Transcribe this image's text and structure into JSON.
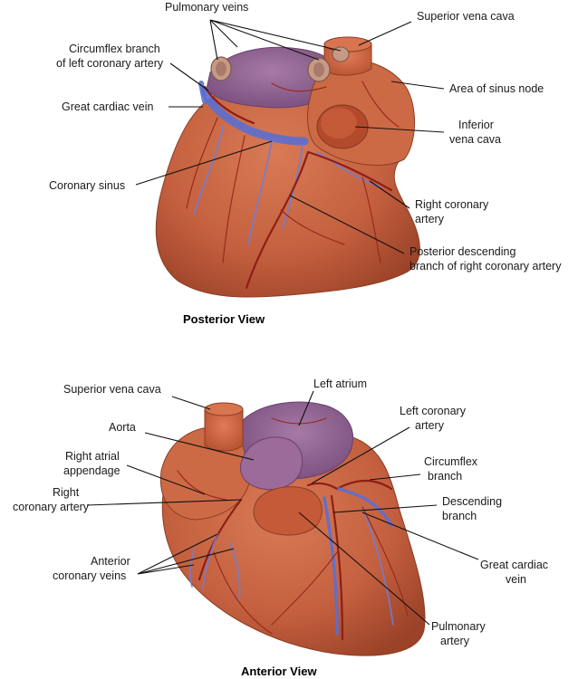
{
  "posterior": {
    "caption": "Posterior View",
    "labels": {
      "pulmonary_veins": "Pulmonary veins",
      "superior_vena_cava": "Superior vena cava",
      "circumflex_1": "Circumflex branch",
      "circumflex_2": "of left coronary artery",
      "area_sinus_node": "Area of sinus node",
      "great_cardiac_vein": "Great cardiac vein",
      "inferior_vc_1": "Inferior",
      "inferior_vc_2": "vena cava",
      "coronary_sinus": "Coronary sinus",
      "right_coronary_1": "Right coronary",
      "right_coronary_2": "artery",
      "posterior_desc_1": "Posterior descending",
      "posterior_desc_2": "branch of right coronary artery"
    }
  },
  "anterior": {
    "caption": "Anterior View",
    "labels": {
      "left_atrium": "Left atrium",
      "superior_vena_cava": "Superior vena cava",
      "left_coronary_1": "Left coronary",
      "left_coronary_2": "artery",
      "aorta": "Aorta",
      "right_atrial_1": "Right atrial",
      "right_atrial_2": "appendage",
      "circumflex_1": "Circumflex",
      "circumflex_2": "branch",
      "right_coronary_1": "Right",
      "right_coronary_2": "coronary artery",
      "descending_1": "Descending",
      "descending_2": "branch",
      "anterior_veins_1": "Anterior",
      "anterior_veins_2": "coronary veins",
      "great_cardiac_1": "Great cardiac",
      "great_cardiac_2": "vein",
      "pulmonary_artery_1": "Pulmonary",
      "pulmonary_artery_2": "artery"
    }
  },
  "colors": {
    "myocardium": "#c8613f",
    "myocardium_dark": "#a94a2e",
    "atrium": "#8d5f8f",
    "artery": "#8e1f15",
    "vein": "#5b6fd0"
  }
}
